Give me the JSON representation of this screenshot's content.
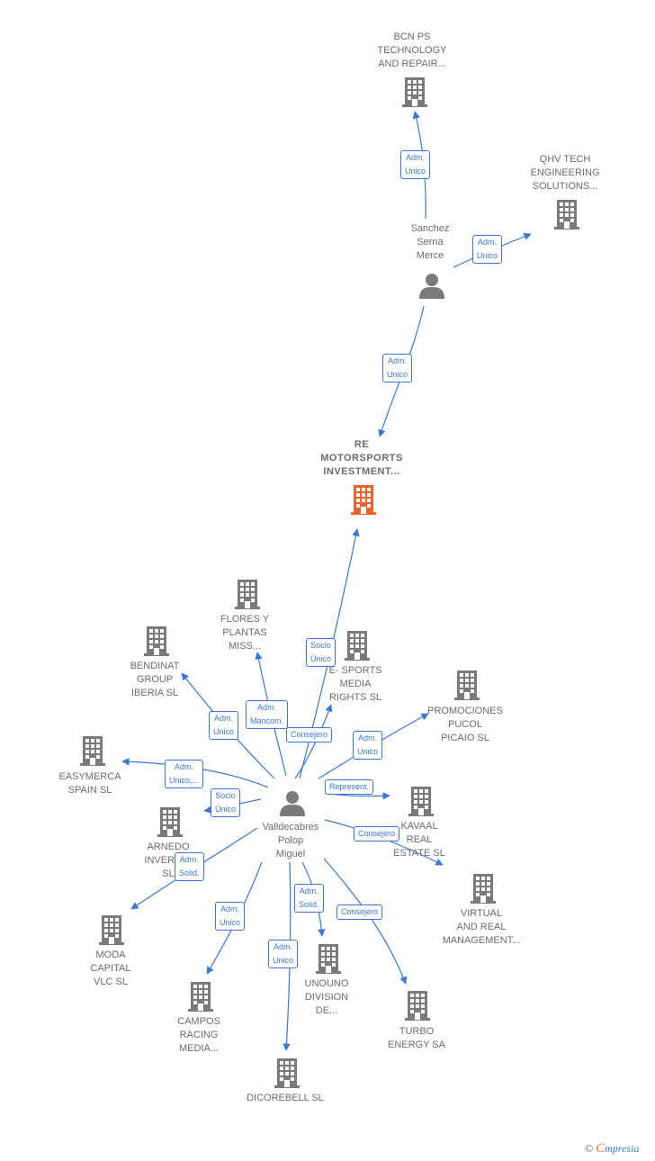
{
  "colors": {
    "edge": "#3a78d4",
    "node": "#7a7a7a",
    "focus": "#f0642c",
    "label": "#6b6b6b"
  },
  "persons": {
    "sanchez": "Sanchez\nSerna\nMerce",
    "valldecabres": "Valldecabres\nPolop\nMiguel"
  },
  "companies": {
    "bcn": "BCN PS\nTECHNOLOGY\nAND REPAIR...",
    "qhv": "QHV TECH\nENGINEERING\nSOLUTIONS...",
    "re_motorsports": "RE\nMOTORSPORTS\nINVESTMENT...",
    "flores": "FLORES Y\nPLANTAS\nMISS...",
    "bendinat": "BENDINAT\nGROUP\nIBERIA  SL",
    "esports": "E- SPORTS\nMEDIA\nRIGHTS  SL",
    "promociones": "PROMOCIONES\nPUCOL\nPICAIO SL",
    "easymerca": "EASYMERCA\nSPAIN  SL",
    "arnedo": "ARNEDO\nINVERSI...\nSL",
    "kavaal": "KAVAAL\nREAL\nESTATE  SL",
    "virtual": "VIRTUAL\nAND REAL\nMANAGEMENT...",
    "moda": "MODA\nCAPITAL\nVLC  SL",
    "campos": "CAMPOS\nRACING\nMEDIA...",
    "unouno": "UNOUNO\nDIVISION\nDE...",
    "turbo": "TURBO\nENERGY SA",
    "dicorebell": "DICOREBELL SL"
  },
  "edges": {
    "e_bcn": "Adm.\nUnico",
    "e_qhv": "Adm.\nUnico",
    "e_re_sanchez": "Adm.\nUnico",
    "e_re_vall": "Socio\nÚnico",
    "e_flores": "Adm.\nMancom.",
    "e_bendinat": "Adm.\nUnico",
    "e_esports": "Consejero",
    "e_promociones": "Adm.\nUnico",
    "e_easymerca": "Adm.\nUnico,...",
    "e_arnedo": "Socio\nÚnico",
    "e_kavaal": "Represent.",
    "e_virtual": "Consejero",
    "e_moda": "Adm.\nSolid.",
    "e_campos": "Adm.\nUnico",
    "e_unouno": "Adm.\nSolid.",
    "e_turbo": "Consejero",
    "e_dicorebell": "Adm.\nUnico"
  },
  "brand": {
    "copyright": "©",
    "e": "C",
    "rest": "mpresia"
  }
}
